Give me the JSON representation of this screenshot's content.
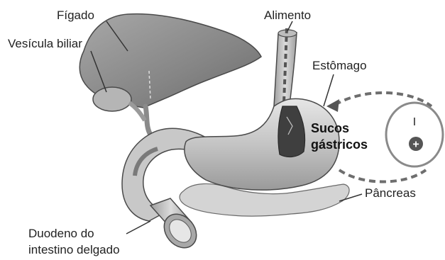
{
  "labels": {
    "figado": "Fígado",
    "vesicula": "Vesícula biliar",
    "alimento": "Alimento",
    "estomago": "Estômago",
    "sucos_line1": "Sucos",
    "sucos_line2": "gástricos",
    "pancreas": "Pâncreas",
    "duodeno_line1": "Duodeno do",
    "duodeno_line2": "intestino delgado"
  },
  "indicator": {
    "top_symbol": "I",
    "bottom_symbol": "+"
  },
  "colors": {
    "organ_fill": "#8f8f8f",
    "organ_light": "#c9c9c9",
    "organ_dark": "#5a5a5a",
    "leader_line": "#333333",
    "feedback_loop": "#6e6e6e",
    "indicator_border": "#8a8a8a",
    "indicator_badge": "#555555"
  }
}
